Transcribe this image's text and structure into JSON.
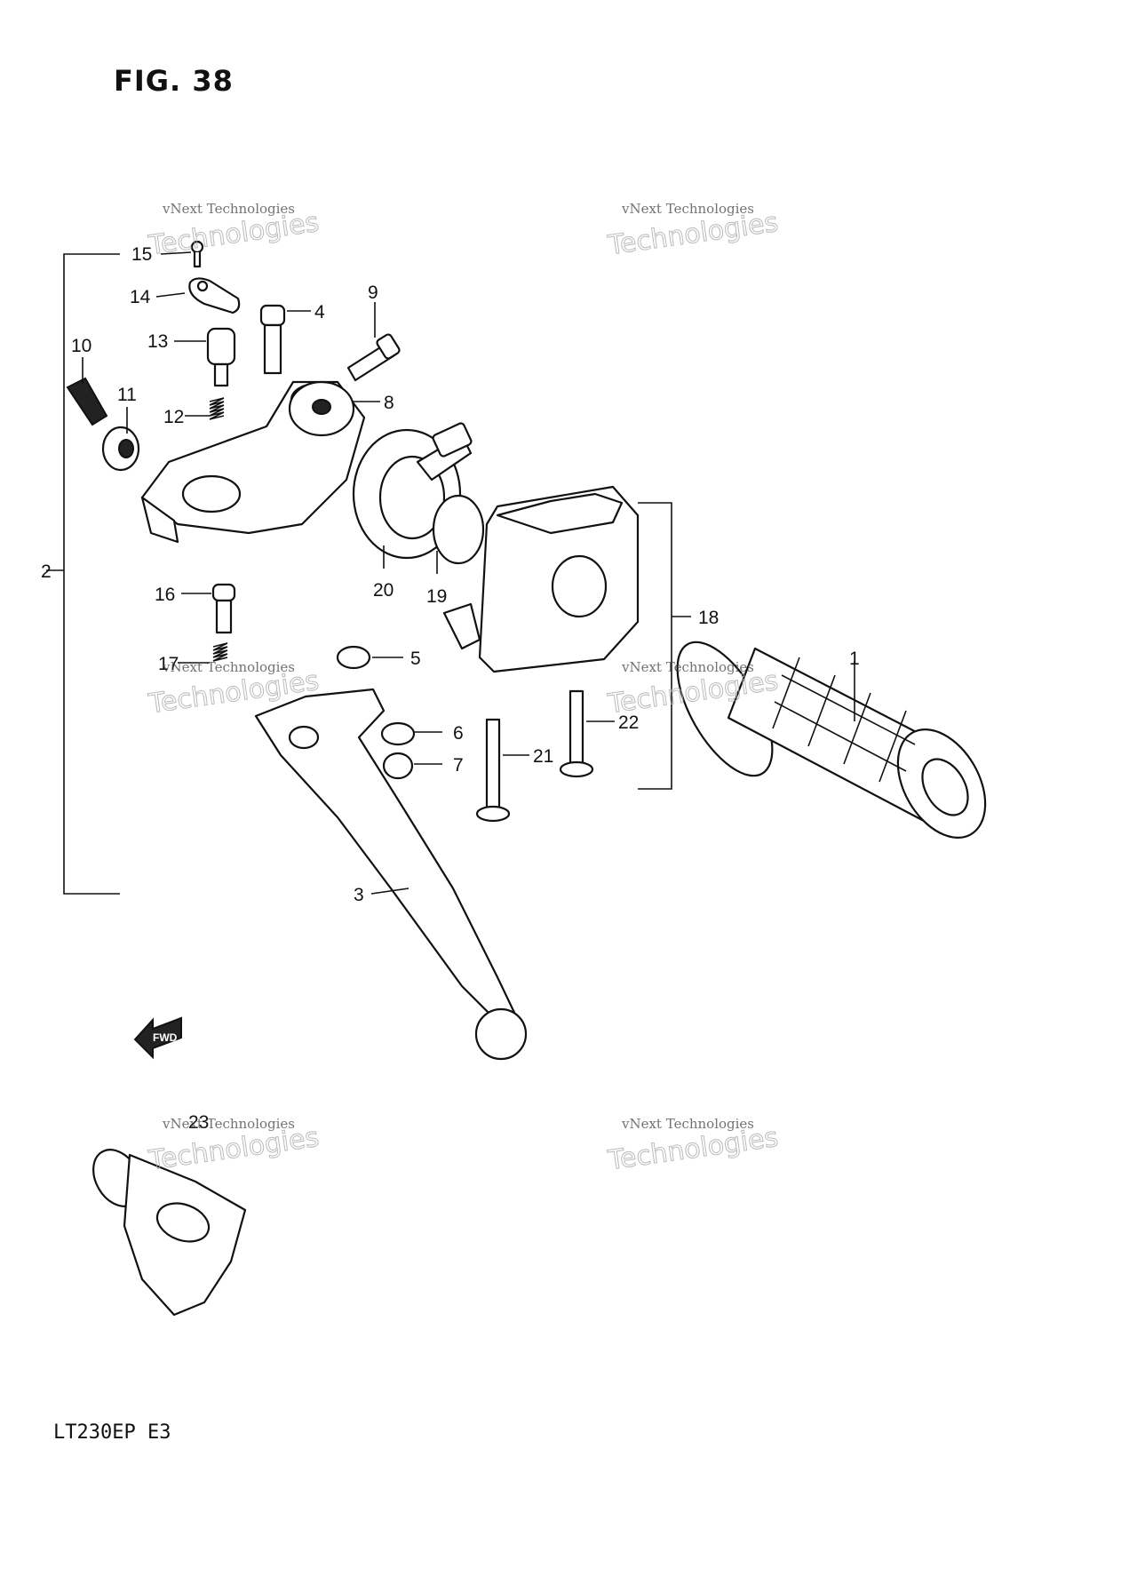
{
  "figure": {
    "title": "FIG. 38",
    "model": "LT230EP E3"
  },
  "callouts": [
    "1",
    "2",
    "3",
    "4",
    "5",
    "6",
    "7",
    "8",
    "9",
    "10",
    "11",
    "12",
    "13",
    "14",
    "15",
    "16",
    "17",
    "18",
    "19",
    "20",
    "21",
    "22",
    "23"
  ],
  "fwd_label": "FWD",
  "watermark": {
    "line1": "vNext Technologies",
    "line2": "Technologies",
    "top": "vNext"
  }
}
